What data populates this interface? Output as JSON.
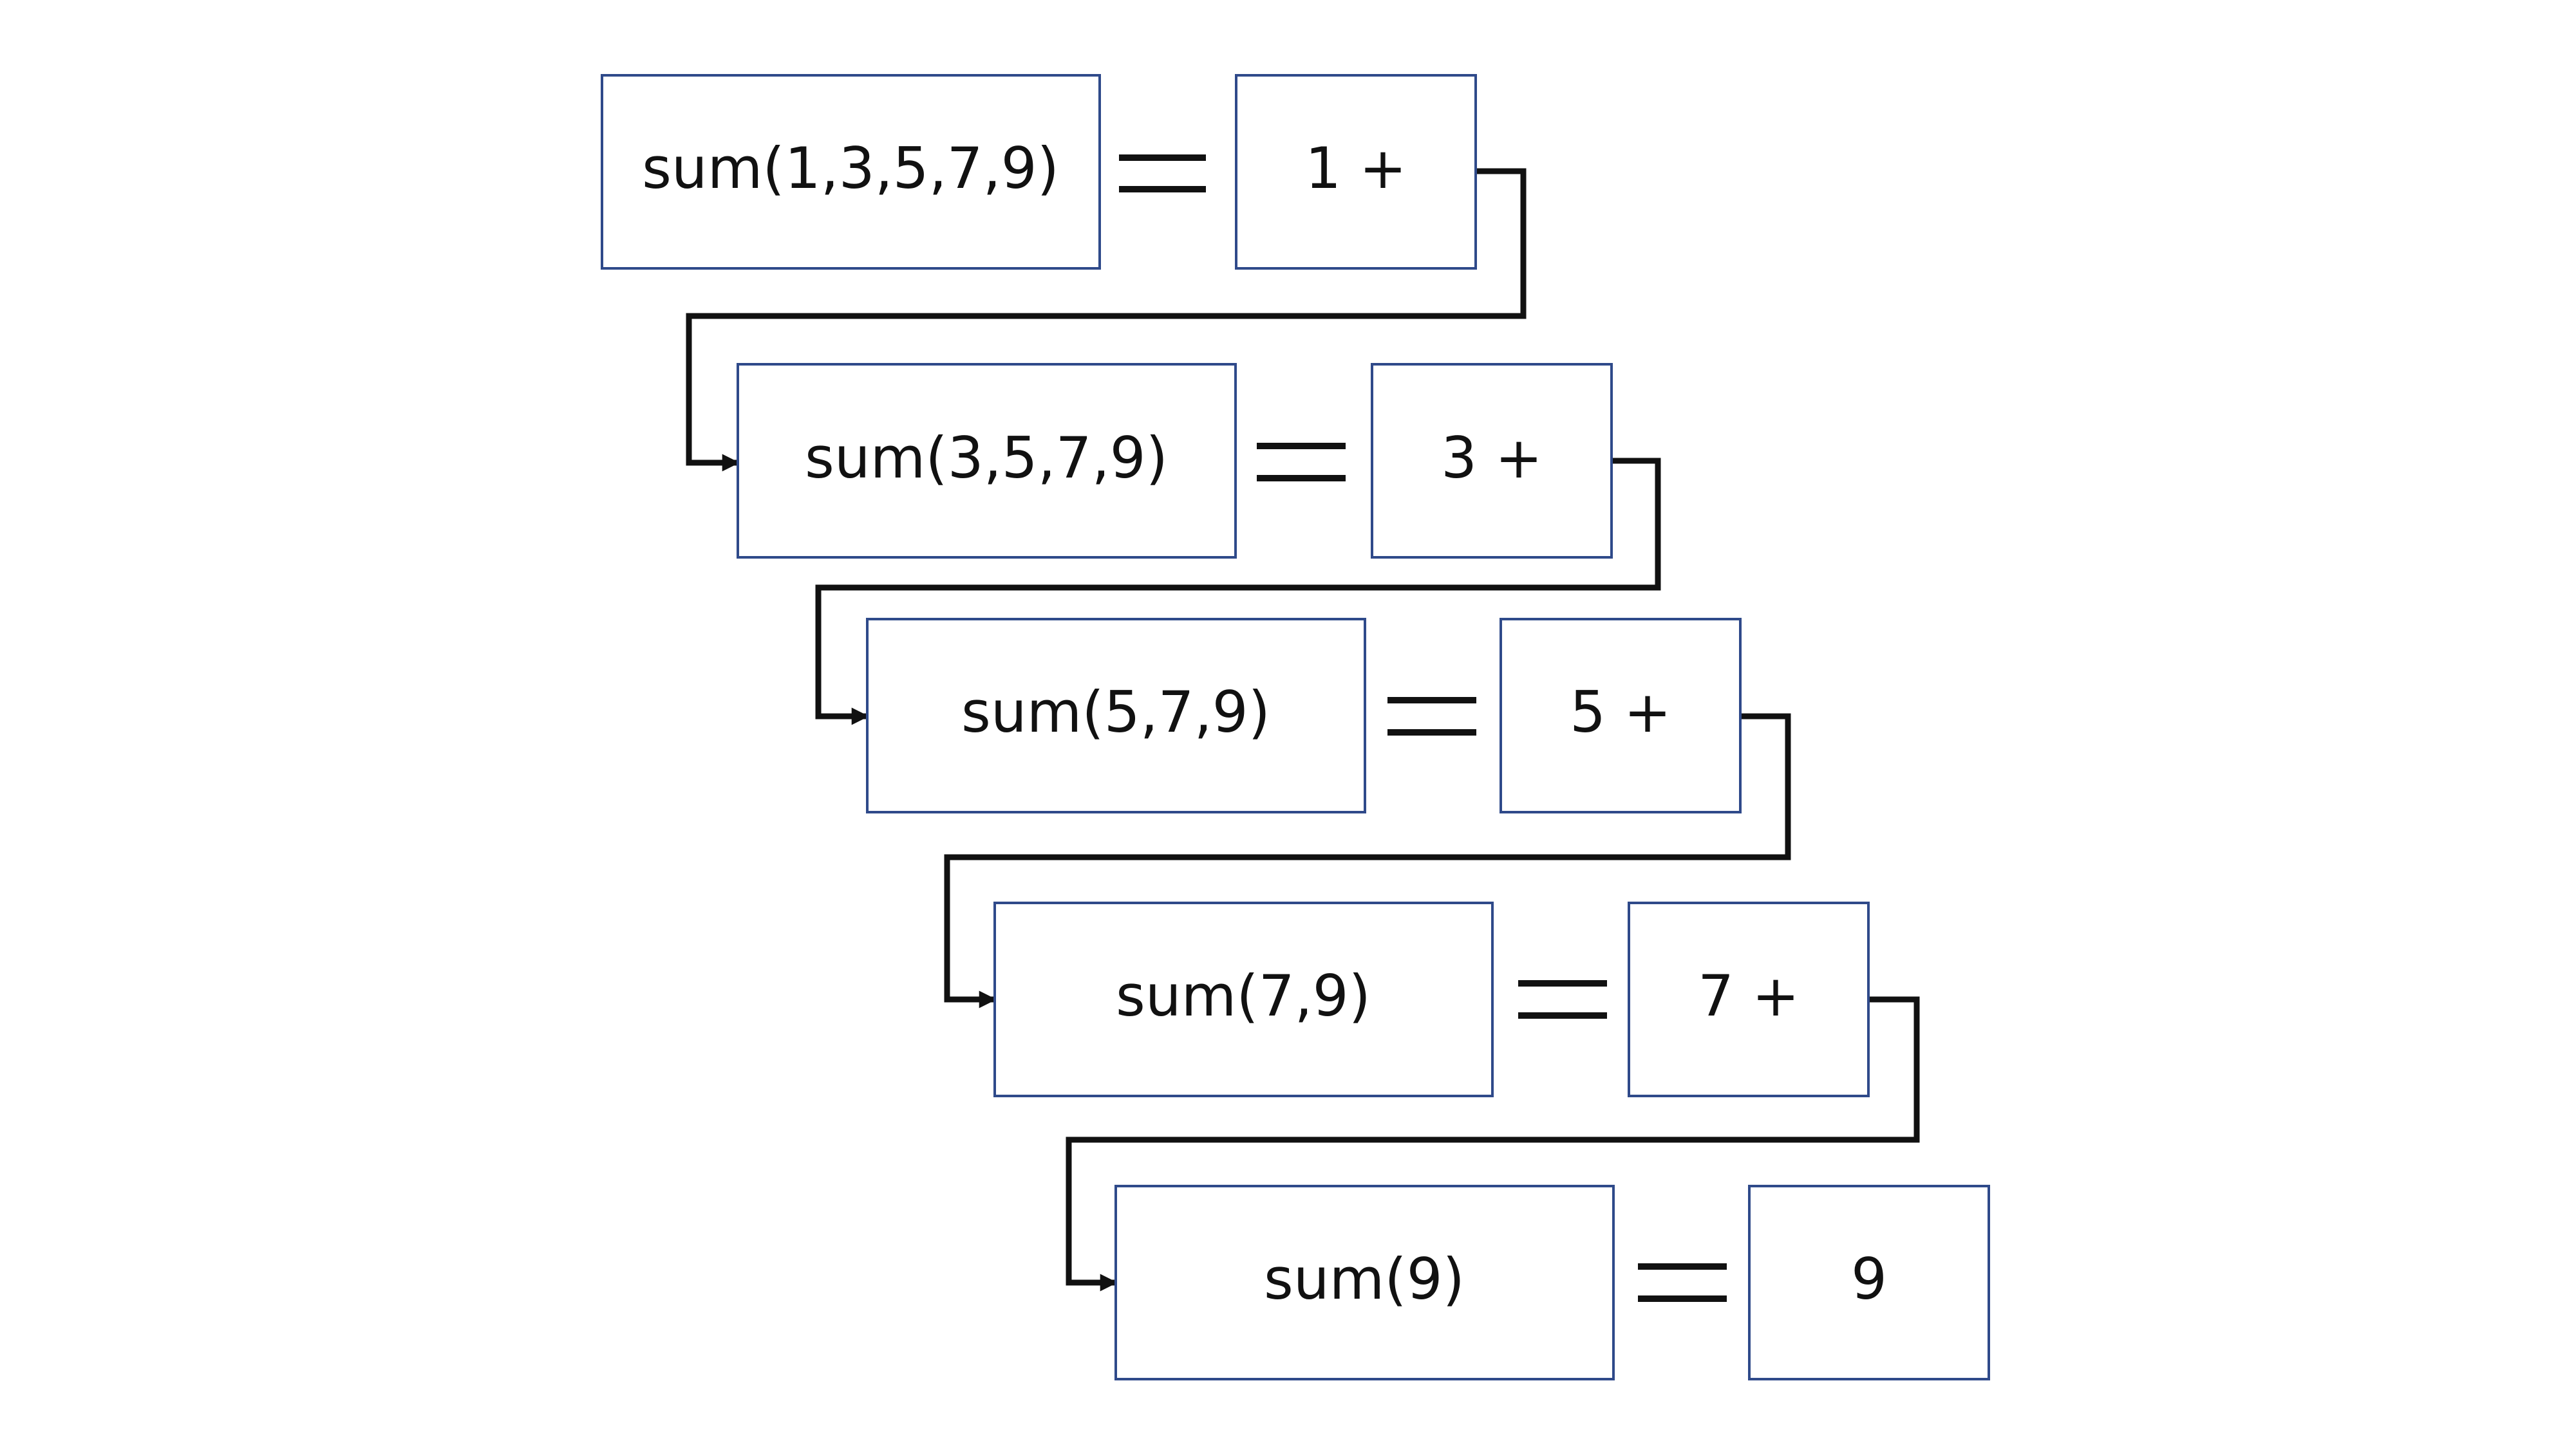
{
  "steps": [
    {
      "call": "sum(1,3,5,7,9)",
      "result": "1 +"
    },
    {
      "call": "sum(3,5,7,9)",
      "result": "3 +"
    },
    {
      "call": "sum(5,7,9)",
      "result": "5 +"
    },
    {
      "call": "sum(7,9)",
      "result": "7 +"
    },
    {
      "call": "sum(9)",
      "result": "9"
    }
  ]
}
